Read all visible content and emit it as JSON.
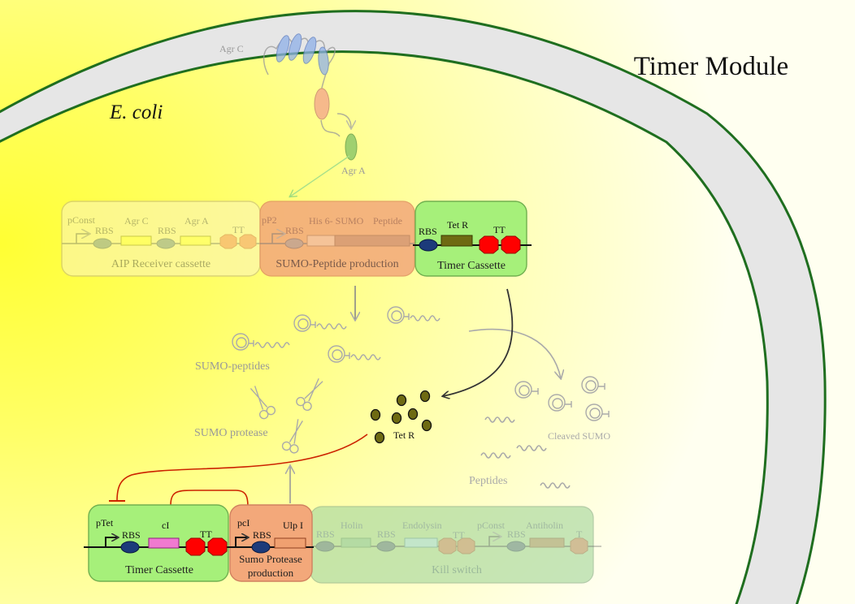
{
  "title": "Timer Module",
  "organism": "E. coli",
  "membrane": {
    "agr_c": "Agr C",
    "agr_a": "Agr A"
  },
  "cassettes": {
    "aip": {
      "caption": "AIP Receiver cassette",
      "pconst": "pConst",
      "rbs1": "RBS",
      "agrc": "Agr C",
      "rbs2": "RBS",
      "agra": "Agr A",
      "tt": "TT"
    },
    "sumo_peptide": {
      "caption": "SUMO-Peptide production",
      "pp2": "pP2",
      "rbs": "RBS",
      "his": "His 6- SUMO",
      "peptide": "Peptide"
    },
    "timer_top": {
      "caption": "Timer Cassette",
      "rbs": "RBS",
      "tetr": "Tet R",
      "tt": "TT"
    },
    "timer_bottom": {
      "caption": "Timer Cassette",
      "ptet": "pTet",
      "rbs": "RBS",
      "ci": "cI",
      "tt": "TT"
    },
    "sumo_protease": {
      "caption_line1": "Sumo Protease",
      "caption_line2": "production",
      "pci": "pcI",
      "rbs": "RBS",
      "ulp": "Ulp I"
    },
    "kill_switch": {
      "caption": "Kill switch",
      "rbs1": "RBS",
      "holin": "Holin",
      "rbs2": "RBS",
      "endolysin": "Endolysin",
      "tt": "TT",
      "pconst": "pConst",
      "rbs3": "RBS",
      "antiholin": "Antiholin",
      "t": "T"
    }
  },
  "labels": {
    "sumo_peptides": "SUMO-peptides",
    "sumo_protease": "SUMO protease",
    "tet_r": "Tet R",
    "cleaved_sumo": "Cleaved SUMO",
    "peptides": "Peptides"
  },
  "colors": {
    "membrane_fill": "#e6e6e6",
    "membrane_stroke": "#1f6e1f",
    "timer_box": "#a6f07a",
    "sumo_box": "#f3a87a",
    "aip_box": "#fbf4c0",
    "kill_box": "#a9d8a0",
    "terminator": "#ff0000",
    "rbs": "#1c3a7a",
    "tetr_gene": "#6e6a12",
    "ci_gene": "#f07ad0",
    "ulp_gene": "#f0a070",
    "repression": "#cc2200",
    "tetr_dot": "#6e6a12"
  }
}
